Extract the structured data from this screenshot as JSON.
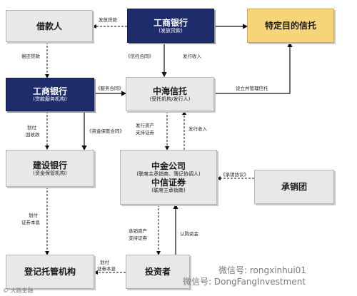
{
  "nodes": {
    "borrower": {
      "title": "借款人"
    },
    "icbc_lender": {
      "title": "工商银行",
      "sub": "(发放贷款)"
    },
    "trust": {
      "title": "特定目的信托"
    },
    "icbc_servicer": {
      "title": "工商银行",
      "sub": "(贷款服务机构)"
    },
    "zhonghai": {
      "title": "中海信托",
      "sub": "(受托机构/发行人)"
    },
    "ccb": {
      "title": "建设银行",
      "sub": "(资金保管机构)"
    },
    "cicc": {
      "title": "中金公司",
      "sub": "(联席主承销商、簿记协调人)"
    },
    "citic": {
      "title": "中信证券",
      "sub": "(联席主承销商)"
    },
    "syndicate": {
      "title": "承销团"
    },
    "registrar": {
      "title": "登记托管机构"
    },
    "investor": {
      "title": "投资者"
    }
  },
  "edges": {
    "loan": "发放贷款",
    "repay": "偿还贷款",
    "trust_contract": "《信托合同》",
    "issue_proceeds_1": "发行收入",
    "service_contract": "《服务合同》",
    "set_trust": "设立并管理信托",
    "transfer": "划付",
    "collect": "回收款",
    "custody_contract": "《资金保管合同》",
    "issue_assets": "发行资产",
    "support_securities": "支持证券",
    "issue_proceeds_2": "发行收入",
    "underwriting": "《承销协议》",
    "pay_interest": "划付",
    "principal_interest": "证券本息",
    "pay2": "划付",
    "principal_interest2": "证券本息",
    "sell": "承销资产",
    "sell2": "支持证券",
    "subscribe": "认购资金"
  },
  "watermark": {
    "wechat1": "微信号: rongxinhui01",
    "wechat2": "微信号: DongFangInvestment",
    "corner": "© 大路金融"
  }
}
